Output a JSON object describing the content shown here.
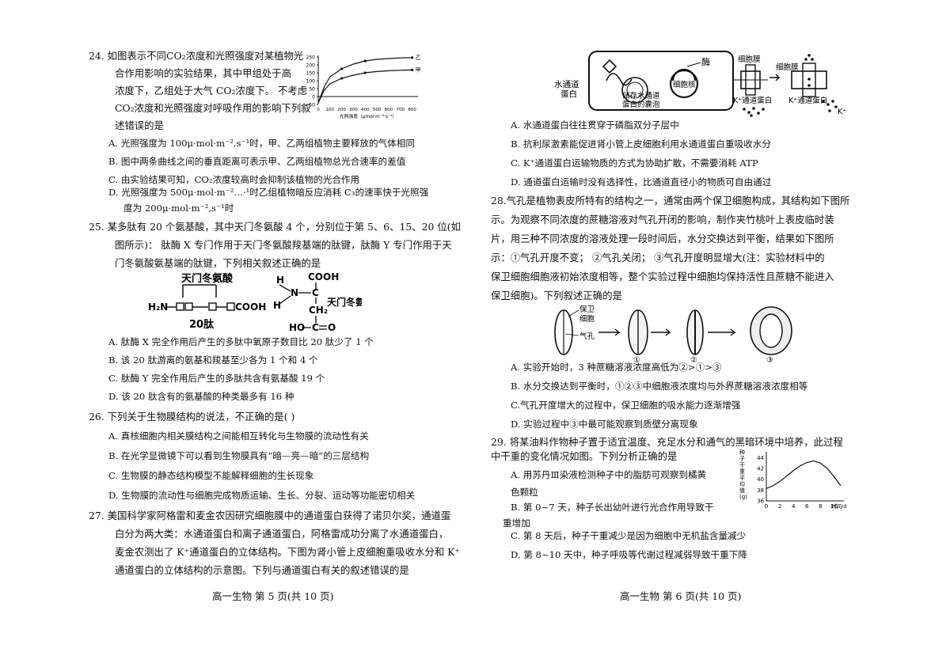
{
  "page5": {
    "q24": {
      "stem": [
        "24.  如图表示不同CO₂浓度和光照强度对某植物光",
        "合作用影响的实验结果，其中甲组处于高",
        "浓度下，乙组处于大气 CO₂浓度下。 不考虑",
        "CO₂浓度和光照强度对呼吸作用的影响下列叙",
        "述错误的是"
      ],
      "options": [
        "A. 光照强度为 100μ·mol·m⁻²,s⁻¹时，甲、乙两组植物主要释放的气体相同",
        "B. 图中两条曲线之间的垂直距离可表示甲、乙两组植物总光合速率的差值",
        "C. 由实验结果可知，CO₂浓度较高时会抑制该植物的光合作用",
        "D. 光照强度为 500μ·mol·m⁻²…·¹时乙组植物暗反应消耗 C₃的速率快于光照强",
        "度为 200μ·mol·m⁻²,s⁻¹时"
      ],
      "chart": {
        "series": [
          "乙",
          "甲"
        ],
        "x_ticks": [
          "0",
          "100",
          "200",
          "300",
          "400",
          "500",
          "600",
          "700",
          "800"
        ],
        "xlabel": "光照强度（μmol·m⁻²·s⁻¹）",
        "y_ticks": [
          "250",
          "200",
          "150",
          "100",
          "50",
          "0",
          "-50"
        ]
      }
    },
    "q25": {
      "stem": [
        "25.  某多肽有 20 个氨基酸，其中天门冬氨酸 4 个，分别位于第 5、6、15、20 位(如",
        "图所示)： 肽酶 X 专门作用于天门冬氨酸羧基端的肽键，肽酶 Y 专门作用于天",
        "门冬氨酸氨基端的肽键，下列相关叙述正确的是"
      ],
      "figure": {
        "label_top": "天门冬氨酸",
        "h2n": "H₂N",
        "cooh": "COOH",
        "label_bottom": "20肽",
        "struct_cooh": "COOH",
        "struct_h": "H",
        "struct_n": "N",
        "struct_c": "C",
        "struct_ch2": "CH₂",
        "struct_ho": "HO",
        "struct_o": "O",
        "struct_label": "天门冬氨酸"
      },
      "options": [
        "A. 肽酶 X 完全作用后产生的多肽中氧原子数目比 20 肽少了 1 个",
        "B. 该 20 肽游离的氨基和羧基至少各为 1 个和 4 个",
        "C. 肽酶 Y 完全作用后产生的多肽共含有氨基酸 19 个",
        "D. 该 20 肽含有的氨基酸的种类最多有 16 种"
      ]
    },
    "q26": {
      "stem": "26.  下列关于生物膜结构的说法，不正确的是(    )",
      "options": [
        "A. 真核细胞内相关膜结构之间能相互转化与生物膜的流动性有关",
        "B. 在光学显微镜下可以看到生物膜具有“暗—亮—暗”的三层结构",
        "C. 生物膜的静态结构模型不能解释细胞的生长现象",
        "D. 生物膜的流动性与细胞完成物质运输、生长、分裂、运动等功能密切相关"
      ]
    },
    "q27": {
      "stem": [
        "27.  美国科学家阿格雷和麦金农因研究细胞膜中的通道蛋白获得了诺贝尔奖，通道蛋",
        "白分为两大类：水通道蛋白和离子通道蛋白，阿格雷成功分离了水通道蛋白，",
        "麦金农测出了 K⁺通道蛋白的立体结构。下图为肾小管上皮细胞重吸收水分和 K⁺",
        "通道蛋白的立体结构的示意图。下列与通道蛋白有关的叙述错误的是"
      ]
    },
    "footer": "高一生物  第 5 页(共 10 页)"
  },
  "page6": {
    "q27_figure": {
      "enzyme": "酶",
      "water_channel": "水通道",
      "protein": "蛋白",
      "storage": "储存水通道",
      "storage2": "蛋白的囊泡",
      "nucleus": "细胞核",
      "membrane1": "细胞膜",
      "k_channel1": "K⁺通道蛋白",
      "membrane2": "细胞膜",
      "k_channel2": "K⁺通道蛋白",
      "k_ion": "K⁺"
    },
    "q27_options": [
      "A. 水通道蛋白往往贯穿于磷脂双分子层中",
      "B. 抗利尿激素能促进肾小管上皮细胞利用水通道蛋白重吸收水分",
      "C. K⁺通道蛋白运输物质的方式为协助扩散，不需要消耗 ATP",
      "D. 通道蛋白运输时没有选择性，比通道直径小的物质可自由通过"
    ],
    "q28": {
      "stem": [
        "28.气孔是植物表皮所特有的结构之一，通常由两个保卫细胞构成，其结构如下图所",
        "示。为观察不同浓度的蔗糖溶液对气孔开闭的影响，制作夹竹桃叶上表皮临时装",
        "片，用三种不同浓度的溶液处理一段时间后，水分交换达到平衡，结果如下图所",
        "示：①气孔开度不变；  ②气孔关闭；  ③气孔开度明显增大(注：实验材料中的",
        "保卫细胞细胞液初始浓度相等，整个实验过程中细胞均保持活性且蔗糖不能进入",
        "保卫细胞)。下列叙述正确的是"
      ],
      "figure": {
        "guard": "保卫",
        "cell": "细胞",
        "pore": "气孔",
        "n1": "①",
        "n2": "②",
        "n3": "③"
      },
      "options": [
        "A. 实验开始时，3 种蔗糖溶液浓度高低为②>①>③",
        "B. 水分交换达到平衡时，①②③中细胞液浓度均与外界蔗糖溶液浓度相等",
        "C.气孔开度增大的过程中，保卫细胞的吸水能力逐渐增强",
        "D. 实验过程中③中最可能观察到质壁分离现象"
      ]
    },
    "q29": {
      "stem": [
        "29.  将某油料作物种子置于适宜温度、充足水分和通气的黑暗环境中培养，此过程",
        "中干重的变化情况如图。下列分析正确的是"
      ],
      "options": [
        "A. 用苏丹Ⅲ染液检测种子中的脂肪可观察到橘黄",
        "色颗粒",
        "B. 第 0~7 天，种子长出幼叶进行光合作用导致干",
        "重增加",
        "C. 第 8 天后，种子干重减少是因为细胞中无机盐含量减少",
        "D. 第 8~10 天中，种子呼吸等代谢过程减弱导致干重下降"
      ],
      "chart": {
        "type": "line",
        "ylabel": [
          "种",
          "子",
          "干",
          "重",
          "平",
          "均",
          "值",
          "(g)"
        ],
        "y_ticks": [
          "44",
          "42",
          "40",
          "38",
          "36"
        ],
        "x_ticks": [
          "0",
          "2",
          "4",
          "6",
          "8",
          "10"
        ],
        "xlabel": "时间/d"
      }
    },
    "footer": "高一生物  第 6 页(共 10 页)"
  },
  "chart_data": [
    {
      "type": "line",
      "x": [
        0,
        50,
        100,
        200,
        300,
        400,
        500,
        600,
        700,
        800
      ],
      "series": [
        {
          "name": "乙",
          "values": [
            -40,
            60,
            125,
            175,
            205,
            225,
            235,
            240,
            244,
            246
          ]
        },
        {
          "name": "甲",
          "values": [
            -40,
            40,
            80,
            115,
            135,
            150,
            158,
            163,
            166,
            168
          ]
        }
      ],
      "xlabel": "光照强度（μmol·m⁻²·s⁻¹）",
      "xlim": [
        0,
        850
      ],
      "ylim": [
        -50,
        260
      ]
    },
    {
      "type": "line",
      "x": [
        0,
        1,
        2,
        3,
        4,
        5,
        6,
        7,
        8,
        9,
        10,
        11
      ],
      "series": [
        {
          "name": "",
          "values": [
            38.3,
            38.8,
            39.6,
            40.6,
            41.6,
            42.5,
            43.1,
            43.4,
            43.0,
            42.0,
            40.5,
            38.8
          ]
        }
      ],
      "xlabel": "时间/d",
      "ylim": [
        36,
        44.5
      ]
    }
  ]
}
